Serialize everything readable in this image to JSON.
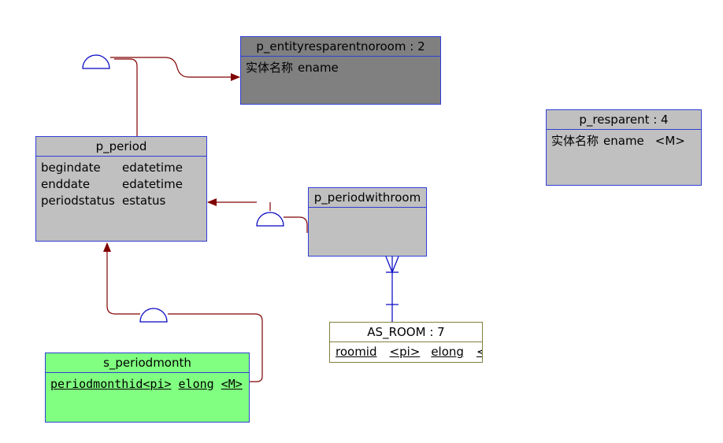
{
  "entities": {
    "p_entity": {
      "title": "p_entityresparentnoroom : 2",
      "attr_name": "实体名称",
      "attr_type": "ename"
    },
    "p_resparent": {
      "title": "p_resparent : 4",
      "attr_name": "实体名称",
      "attr_type": "ename",
      "attr_flag": "<M>"
    },
    "p_period": {
      "title": "p_period",
      "attributes": [
        {
          "name": "begindate",
          "type": "edatetime"
        },
        {
          "name": "enddate",
          "type": "edatetime"
        },
        {
          "name": "periodstatus",
          "type": "estatus"
        }
      ]
    },
    "p_periodwithroom": {
      "title": "p_periodwithroom"
    },
    "s_periodmonth": {
      "title": "s_periodmonth",
      "attr_name": "periodmonthid",
      "attr_key": "<pi>",
      "attr_type": "elong",
      "attr_flag": "<M>"
    },
    "as_room": {
      "title": "AS_ROOM : 7",
      "attr_name": "roomid",
      "attr_key": "<pi>",
      "attr_type": "elong",
      "attr_flag": "<M>"
    }
  },
  "colors": {
    "link": "#800000",
    "arc": "#0000c0",
    "border": "#2f3fd6",
    "gray_fill": "#c0c0c0",
    "dark_fill": "#808080",
    "green_fill": "#80ff80"
  }
}
